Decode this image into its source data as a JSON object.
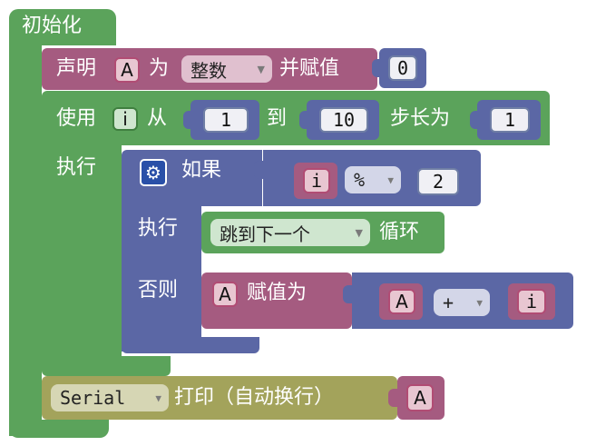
{
  "colors": {
    "loop_green": "#5ba35b",
    "variable_pink": "#a55b80",
    "math_blue": "#5b67a5",
    "serial_olive": "#a3a35b"
  },
  "init_block": {
    "label": "初始化"
  },
  "declare_block": {
    "prefix": "声明",
    "var_name": "A",
    "as_label": "为",
    "type_value": "整数",
    "assign_label": "并赋值",
    "init_value": "0"
  },
  "for_block": {
    "use_label": "使用",
    "var_name": "i",
    "from_label": "从",
    "from_value": "1",
    "to_label": "到",
    "to_value": "10",
    "step_label": "步长为",
    "step_value": "1",
    "do_label": "执行"
  },
  "if_block": {
    "icon": "gear-icon",
    "if_label": "如果",
    "left_var": "i",
    "operator": "%",
    "right_value": "2",
    "do_label": "执行",
    "action": "跳到下一个",
    "action_suffix": "循环",
    "else_label": "否则"
  },
  "assign_block": {
    "var_name": "A",
    "assign_label": "赋值为",
    "left_var": "A",
    "operator": "+",
    "right_var": "i"
  },
  "serial_block": {
    "port": "Serial",
    "label": "打印（自动换行）",
    "value_var": "A"
  }
}
